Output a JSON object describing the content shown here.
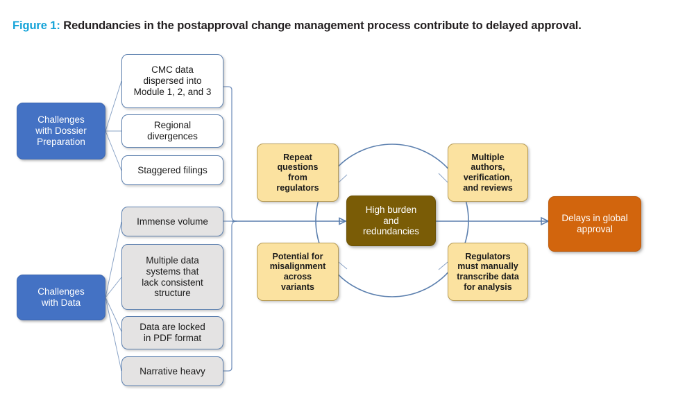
{
  "caption": {
    "figure_label": "Figure 1:",
    "text": " Redundancies in the postapproval change management process contribute to delayed approval.",
    "label_color": "#14a3d8",
    "text_color": "#231f20"
  },
  "colors": {
    "blue_node": "#4472C4",
    "white_node": "#FFFFFF",
    "gray_node": "#E4E3E3",
    "yellow_node": "#FBE2A0",
    "brown_node": "#7A5C06",
    "orange_node": "#D2650D",
    "connector": "#5B7FAE"
  },
  "diagram": {
    "roots": [
      {
        "id": "root-dossier",
        "label": "Challenges\nwith Dossier\nPreparation",
        "style": "blue"
      },
      {
        "id": "root-data",
        "label": "Challenges\nwith Data",
        "style": "blue"
      }
    ],
    "dossier_children": [
      {
        "id": "cmc-data",
        "label": "CMC data\ndispersed into\nModule 1, 2, and 3",
        "style": "white"
      },
      {
        "id": "regional-divergences",
        "label": "Regional\ndivergences",
        "style": "white"
      },
      {
        "id": "staggered-filings",
        "label": "Staggered filings",
        "style": "white"
      }
    ],
    "data_children": [
      {
        "id": "immense-volume",
        "label": "Immense volume",
        "style": "gray"
      },
      {
        "id": "multiple-data-systems",
        "label": "Multiple data\nsystems that\nlack consistent\nstructure",
        "style": "gray"
      },
      {
        "id": "data-locked-pdf",
        "label": "Data are locked\nin PDF format",
        "style": "gray"
      },
      {
        "id": "narrative-heavy",
        "label": "Narrative heavy",
        "style": "gray"
      }
    ],
    "satellites": [
      {
        "id": "repeat-questions",
        "label": "Repeat\nquestions\nfrom\nregulators",
        "style": "yellow",
        "position": "top-left"
      },
      {
        "id": "multiple-authors",
        "label": "Multiple\nauthors,\nverification,\nand reviews",
        "style": "yellow",
        "position": "top-right"
      },
      {
        "id": "potential-misalignment",
        "label": "Potential for\nmisalignment\nacross\nvariants",
        "style": "yellow",
        "position": "bottom-left"
      },
      {
        "id": "regulators-transcribe",
        "label": "Regulators\nmust manually\ntranscribe data\nfor analysis",
        "style": "yellow",
        "position": "bottom-right"
      }
    ],
    "hub": {
      "id": "high-burden",
      "label": "High burden\nand\nredundancies",
      "style": "brown"
    },
    "outcome": {
      "id": "delays-global-approval",
      "label": "Delays in global\napproval",
      "style": "orange"
    }
  }
}
